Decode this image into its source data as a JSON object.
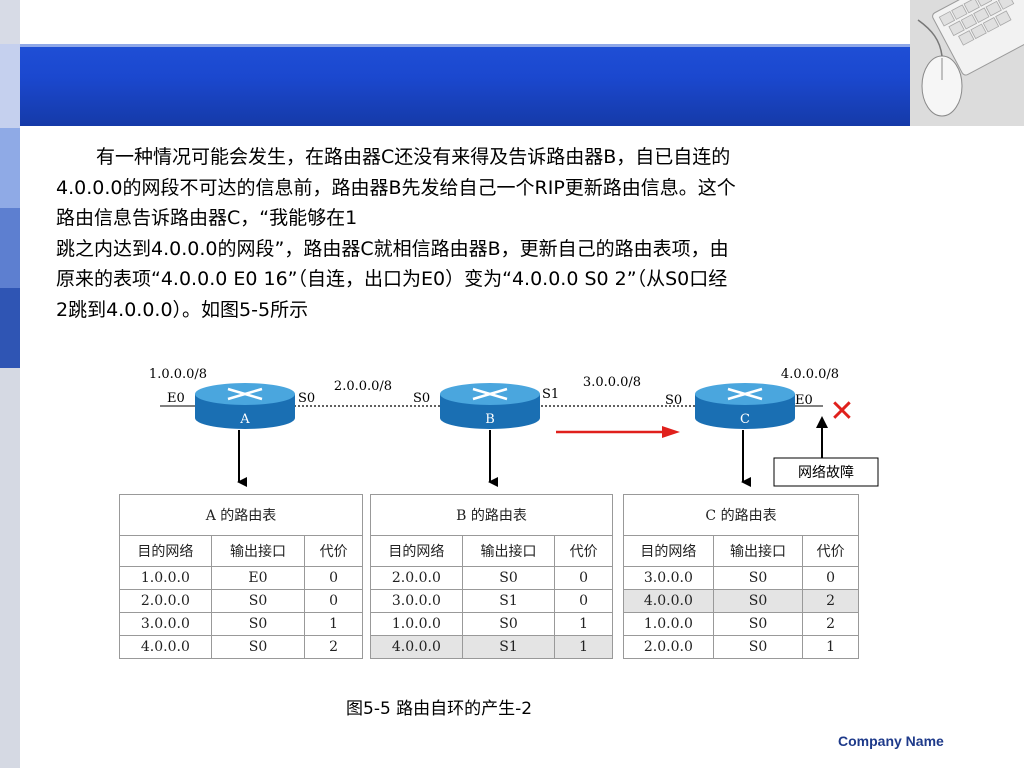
{
  "paragraph_lines": [
    "有一种情况可能会发生，在路由器C还没有来得及告诉路由器B，自已自连的",
    "4.0.0.0的网段不可达的信息前，路由器B先发给自己一个RIP更新路由信息。这个",
    "路由信息告诉路由器C，“我能够在1",
    "跳之内达到4.0.0.0的网段”，路由器C就相信路由器B，更新自己的路由表项，由",
    "原来的表项“4.0.0.0  E0 16”（自连，出口为E0）变为“4.0.0.0 S0 2”（从S0口经",
    "2跳到4.0.0.0）。如图5-5所示"
  ],
  "diagram": {
    "networks": [
      "1.0.0.0/8",
      "2.0.0.0/8",
      "3.0.0.0/8",
      "4.0.0.0/8"
    ],
    "routers": [
      {
        "label": "A",
        "left_port": "E0",
        "right_port": "S0"
      },
      {
        "label": "B",
        "left_port": "S0",
        "right_port": "S1"
      },
      {
        "label": "C",
        "left_port": "S0",
        "right_port": "E0"
      }
    ],
    "fault_label": "网络故障",
    "fault_mark": "✕"
  },
  "tables": [
    {
      "title": "A  的路由表",
      "headers": [
        "目的网络",
        "输出接口",
        "代价"
      ],
      "rows": [
        [
          "1.0.0.0",
          "E0",
          "0"
        ],
        [
          "2.0.0.0",
          "S0",
          "0"
        ],
        [
          "3.0.0.0",
          "S0",
          "1"
        ],
        [
          "4.0.0.0",
          "S0",
          "2"
        ]
      ]
    },
    {
      "title": "B  的路由表",
      "headers": [
        "目的网络",
        "输出接口",
        "代价"
      ],
      "rows": [
        [
          "2.0.0.0",
          "S0",
          "0"
        ],
        [
          "3.0.0.0",
          "S1",
          "0"
        ],
        [
          "1.0.0.0",
          "S0",
          "1"
        ],
        [
          "4.0.0.0",
          "S1",
          "1"
        ]
      ]
    },
    {
      "title": "C  的路由表",
      "headers": [
        "目的网络",
        "输出接口",
        "代价"
      ],
      "rows": [
        [
          "3.0.0.0",
          "S0",
          "0"
        ],
        [
          "4.0.0.0",
          "S0",
          "2"
        ],
        [
          "1.0.0.0",
          "S0",
          "2"
        ],
        [
          "2.0.0.0",
          "S0",
          "1"
        ]
      ]
    }
  ],
  "caption": "图5-5   路由自环的产生-2",
  "footer": {
    "company": "Company Name"
  },
  "colors": {
    "header_band": "#1b48cf",
    "sidebar_light": "#b9c8ee",
    "sidebar_mid": "#6f8fdc",
    "sidebar_dark": "#2f55b4",
    "router_body": "#1f7cc4",
    "update_arrow": "#e0201c",
    "fault_x": "#e0201c",
    "row_highlight": "#e4e4e4",
    "company_text": "#1e3a8a"
  }
}
